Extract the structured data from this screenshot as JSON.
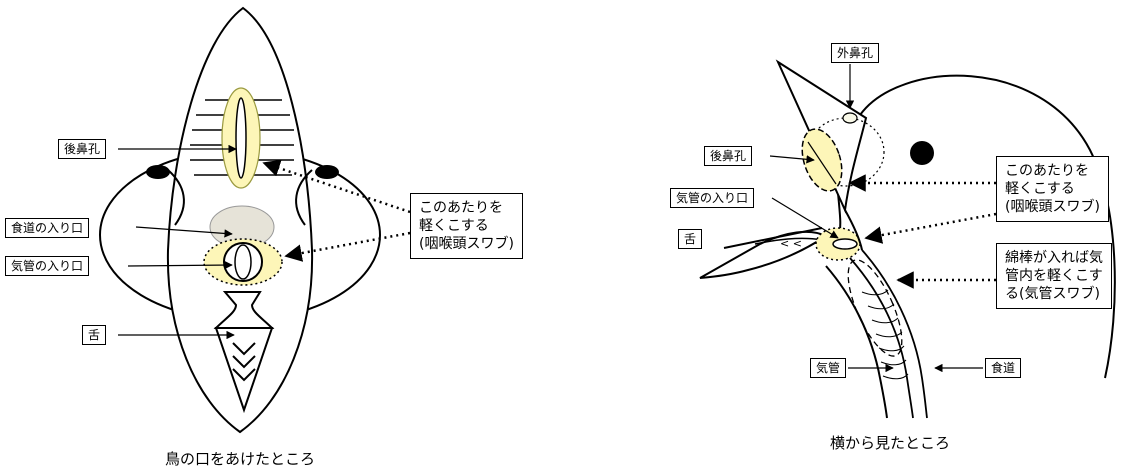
{
  "left_view": {
    "caption": "鳥の口をあけたところ",
    "labels": {
      "choana": "後鼻孔",
      "esophagus_entrance": "食道の入り口",
      "trachea_entrance": "気管の入り口",
      "tongue": "舌"
    },
    "note": {
      "line1": "このあたりを",
      "line2": "軽くこする",
      "line3": "(咽喉頭スワブ)"
    }
  },
  "right_view": {
    "caption": "横から見たところ",
    "labels": {
      "nostril": "外鼻孔",
      "choana": "後鼻孔",
      "trachea_entrance": "気管の入り口",
      "tongue": "舌",
      "trachea": "気管",
      "esophagus": "食道"
    },
    "note_throat": {
      "line1": "このあたりを",
      "line2": "軽くこする",
      "line3": "(咽喉頭スワブ)"
    },
    "note_trachea": {
      "line1": "綿棒が入れば気",
      "line2": "管内を軽くこす",
      "line3": "る(気管スワブ)"
    }
  },
  "colors": {
    "highlight": "#fdf6b8",
    "highlight_stroke": "#9a9a40",
    "esophagus_fill": "#e6e3d8"
  }
}
